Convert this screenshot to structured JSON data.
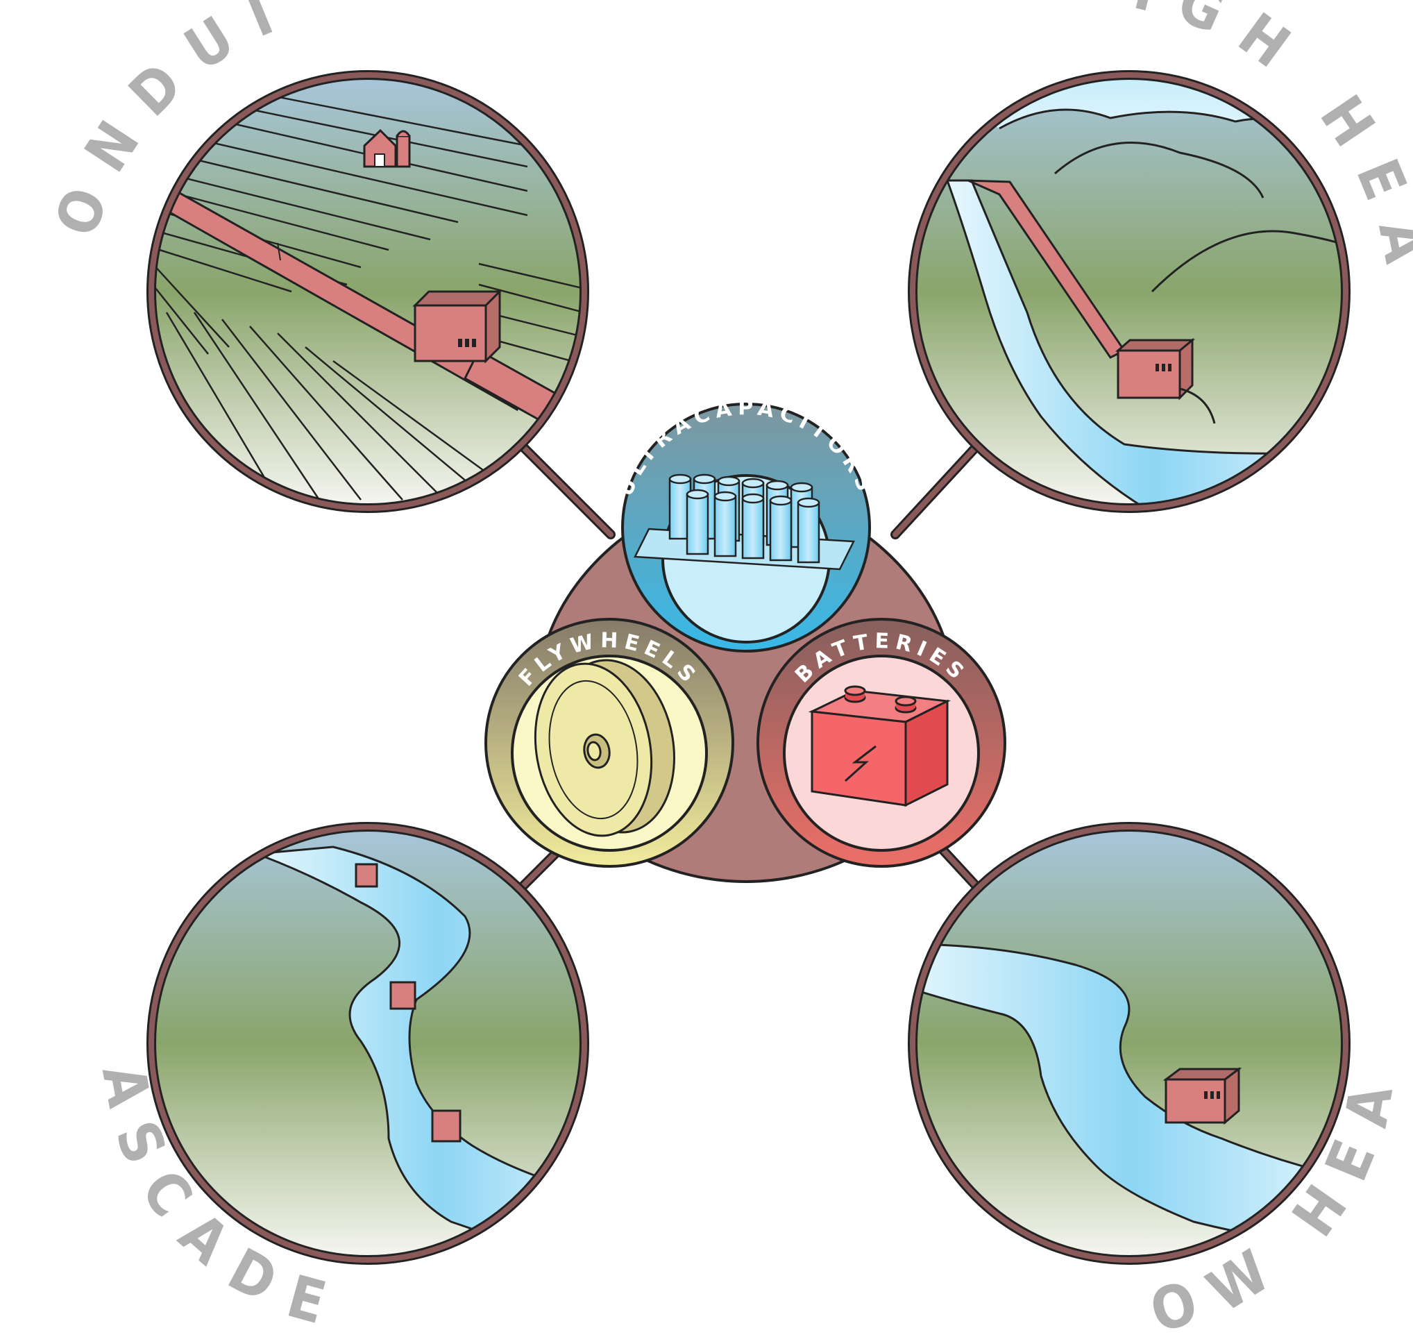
{
  "diagram": {
    "hydro_types": [
      {
        "id": "conduit",
        "label": "CONDUIT"
      },
      {
        "id": "high_head",
        "label": "HIGH HEAD"
      },
      {
        "id": "cascaded",
        "label": "CASCADED"
      },
      {
        "id": "low_head",
        "label": "LOW HEAD"
      }
    ],
    "storage_types": [
      {
        "id": "ultracapacitors",
        "label": "ULTRACAPACITORS"
      },
      {
        "id": "flywheels",
        "label": "FLYWHEELS"
      },
      {
        "id": "batteries",
        "label": "BATTERIES"
      }
    ]
  },
  "colors": {
    "ring": "#8a5a5a",
    "outline": "#222222",
    "label_gray": "#b0b0b0",
    "hub": "#b07c79",
    "water": "#9fdcf4",
    "powerhouse": "#d8807f",
    "tree": "#5f7a45",
    "ultracap": "#4ab2dd",
    "flywheel": "#e8e092",
    "battery": "#e07a75"
  }
}
